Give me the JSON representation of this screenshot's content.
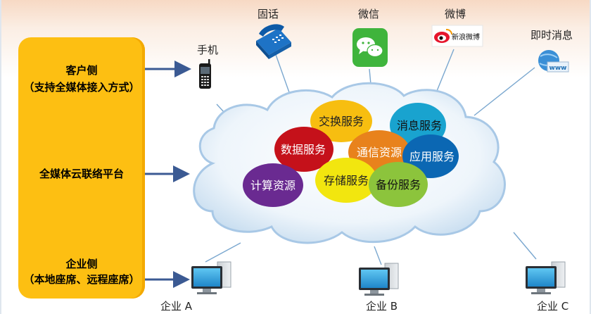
{
  "panel": {
    "customer_title": "客户侧",
    "customer_sub": "（支持全媒体接入方式）",
    "platform": "全媒体云联络平台",
    "enterprise_title": "企业侧",
    "enterprise_sub": "（本地座席、远程座席）"
  },
  "channels": {
    "phone": "手机",
    "landline": "固话",
    "wechat": "微信",
    "weibo": "微博",
    "weibo_logo_text": "新浪微博",
    "im": "即时消息",
    "im_icon_text": "www"
  },
  "services": {
    "exchange": "交换服务",
    "message": "消息服务",
    "data": "数据服务",
    "comm": "通信资源",
    "app": "应用服务",
    "compute": "计算资源",
    "storage": "存储服务",
    "backup": "备份服务"
  },
  "enterprises": {
    "a": "企业 A",
    "b": "企业 B",
    "c": "企业 C"
  },
  "colors": {
    "panel": "#fdbf12",
    "arrow": "#3b5a93",
    "exchange": "#f7be10",
    "message": "#19a3cf",
    "data": "#c5111a",
    "comm": "#e8821c",
    "app": "#0b67b3",
    "compute": "#6a2a91",
    "storage": "#f2e60f",
    "backup": "#8cc43c"
  }
}
